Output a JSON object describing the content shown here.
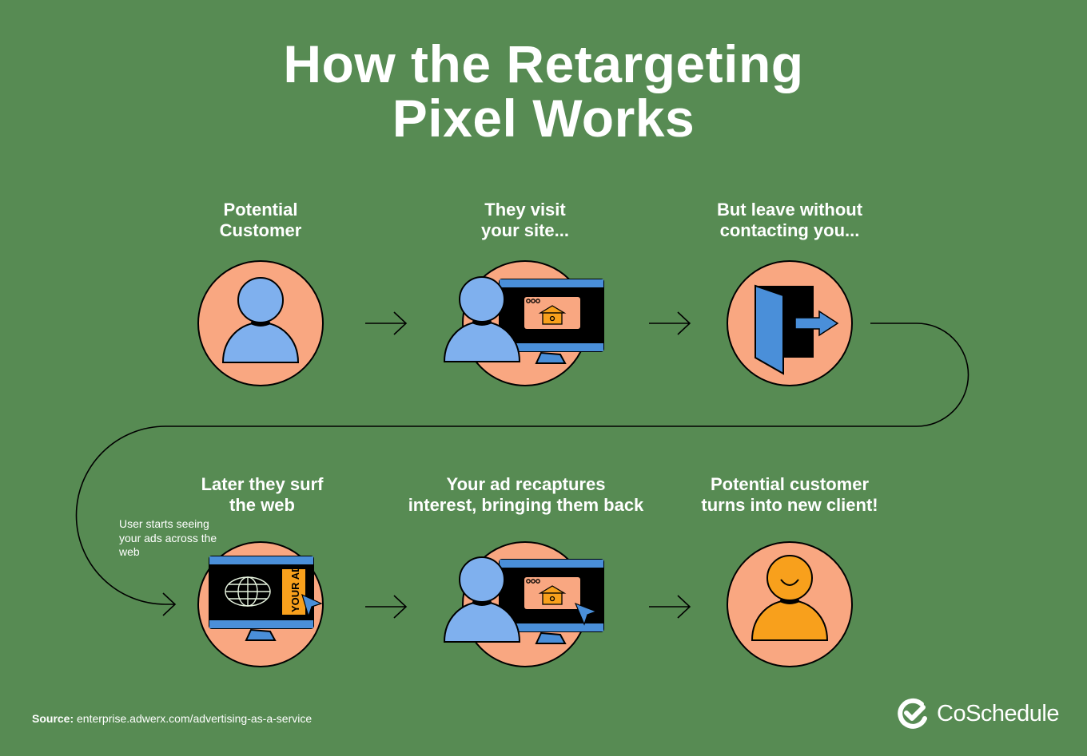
{
  "title": {
    "line1": "How the Retargeting",
    "line2": "Pixel Works"
  },
  "steps": [
    {
      "line1": "Potential",
      "line2": "Customer",
      "icon": "person-icon"
    },
    {
      "line1": "They visit",
      "line2": "your site...",
      "icon": "person-at-computer-icon"
    },
    {
      "line1": "But leave without",
      "line2": "contacting you...",
      "icon": "exit-door-icon"
    },
    {
      "line1": "Later they surf",
      "line2": "the web",
      "icon": "computer-ad-icon"
    },
    {
      "line1": "Your ad recaptures",
      "line2": "interest, bringing them back",
      "icon": "person-clicking-computer-icon"
    },
    {
      "line1": "Potential customer",
      "line2": "turns into new client!",
      "icon": "happy-client-icon"
    }
  ],
  "note": "User starts seeing your ads across the web",
  "ad_text": "YOUR AD",
  "source": {
    "label": "Source:",
    "url": "enterprise.adwerx.com/advertising-as-a-service"
  },
  "logo": "CoSchedule",
  "colors": {
    "background": "#578b53",
    "circle": "#f9a781",
    "light_blue": "#7fb0ee",
    "blue": "#4a8fd9",
    "orange": "#f8a01c"
  }
}
